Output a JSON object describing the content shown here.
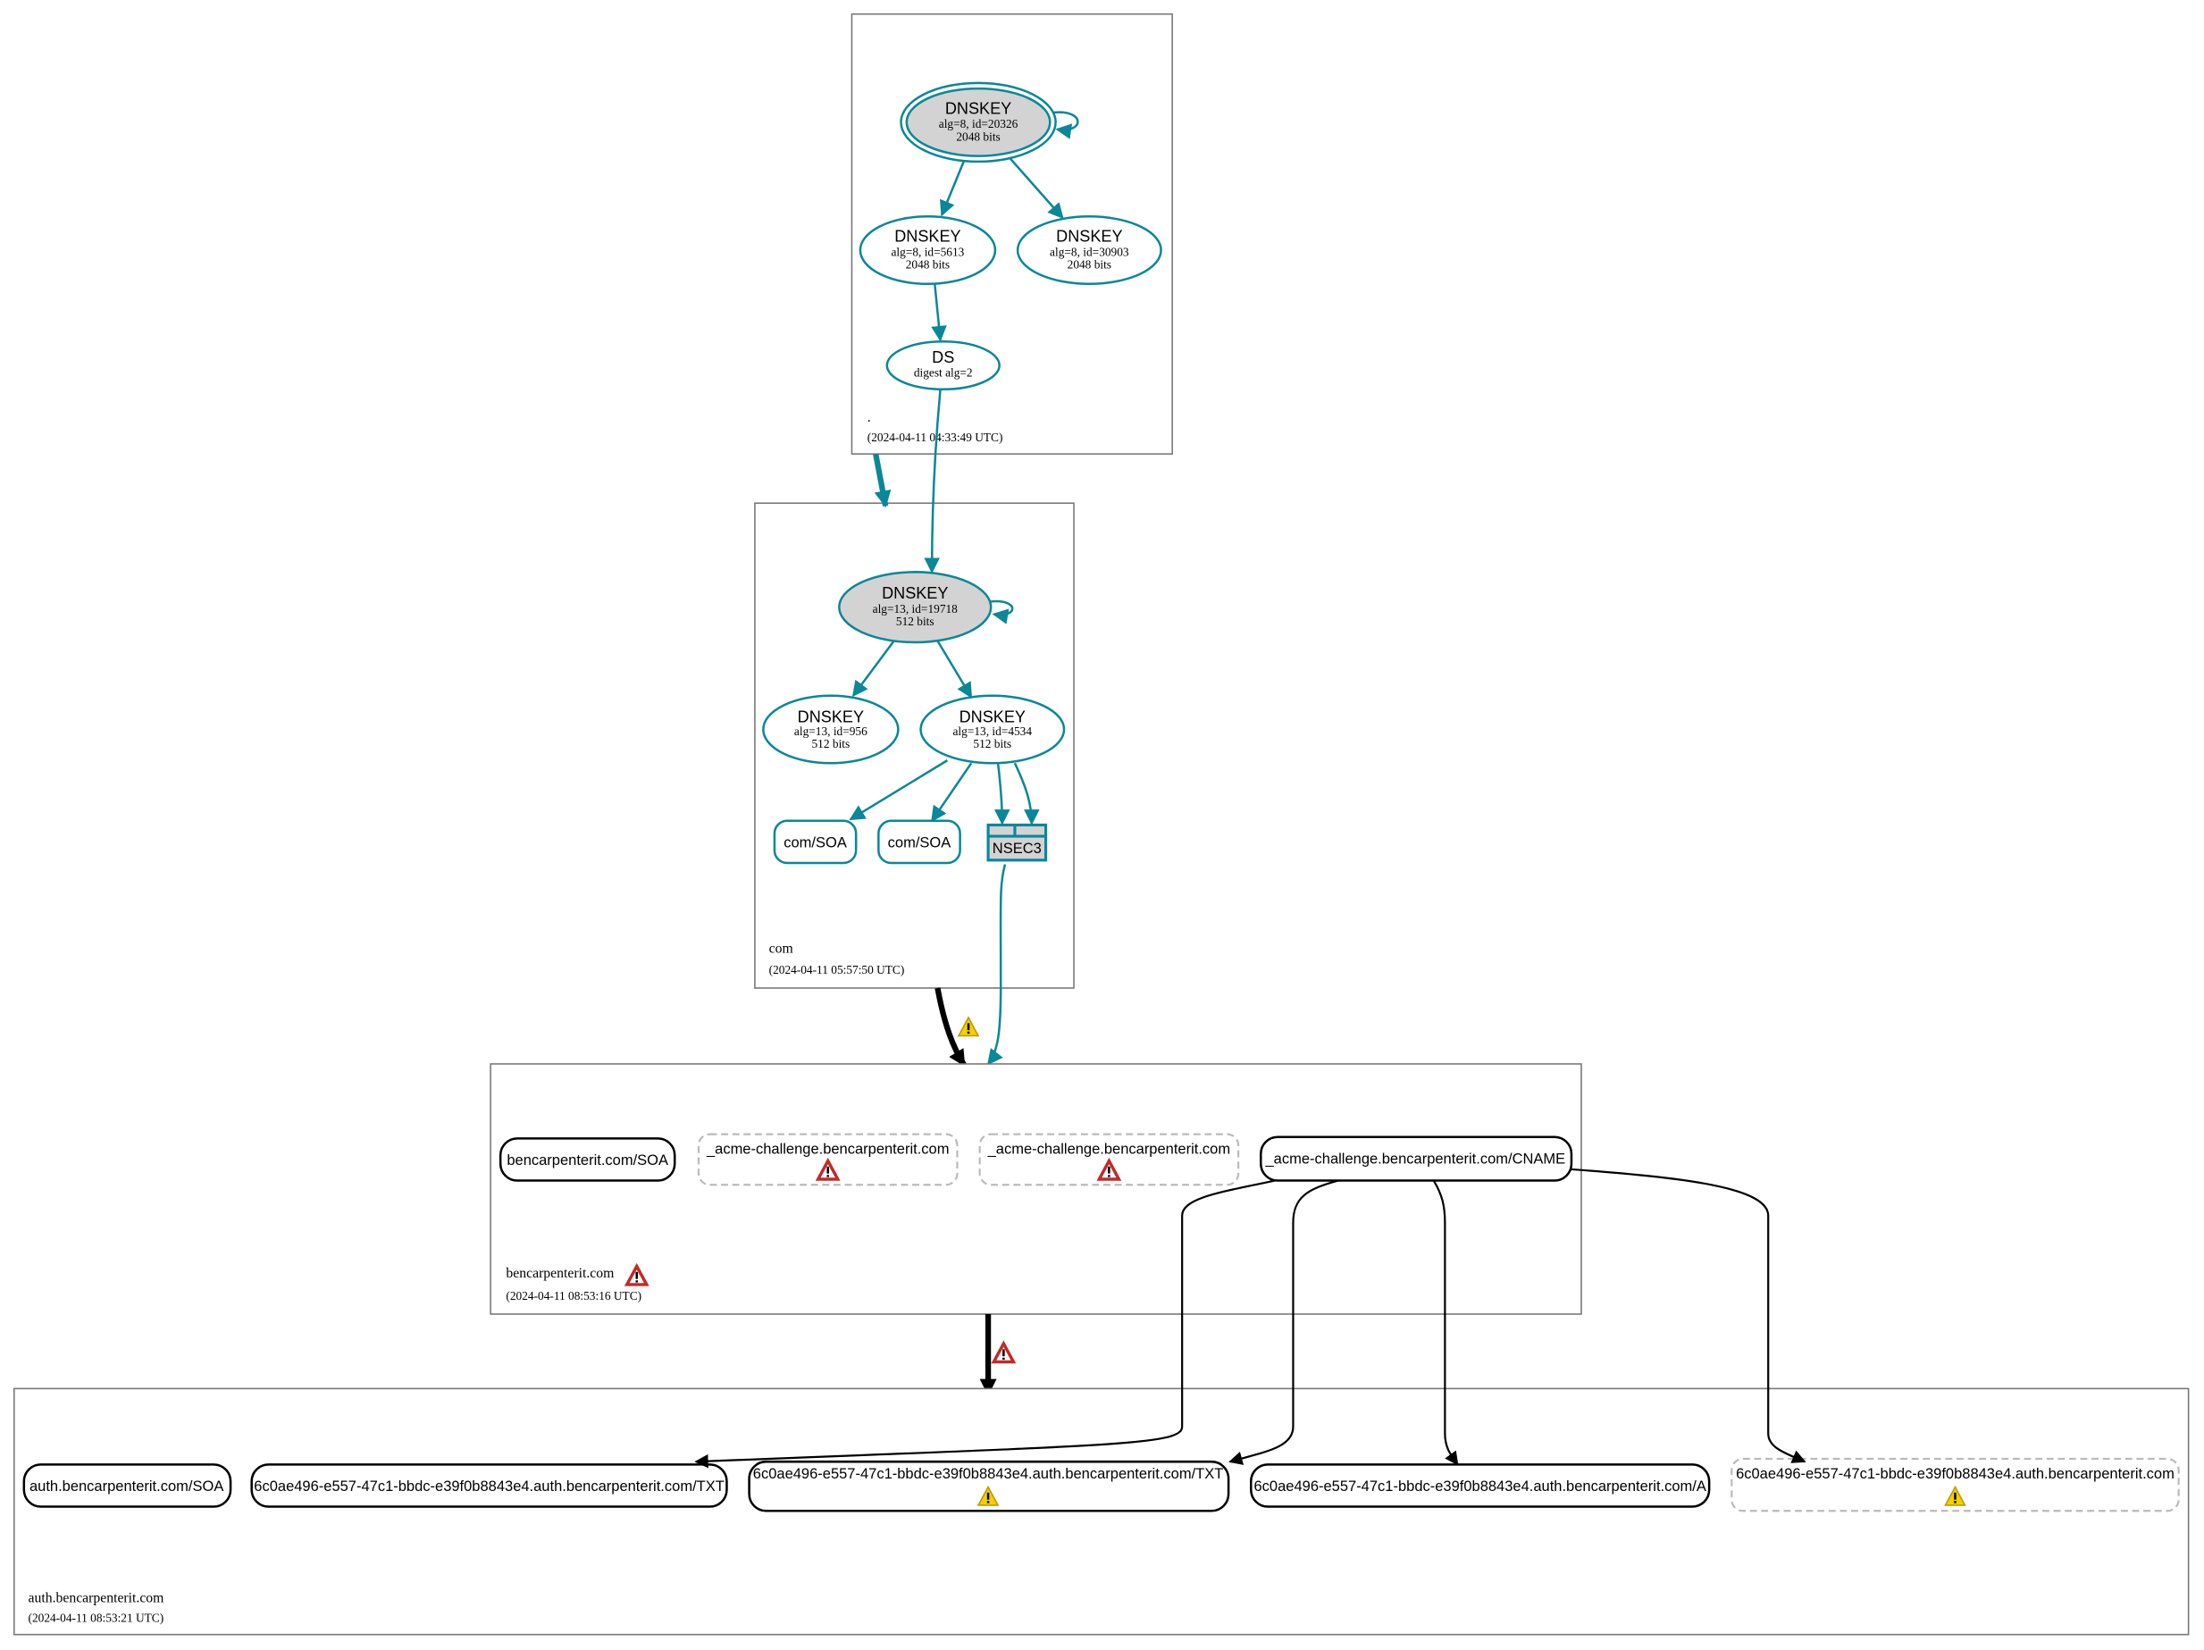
{
  "colors": {
    "secure": "#0a8799",
    "insecure": "#000000",
    "missing": "#bbbbbb",
    "warning": "#f5d000",
    "error": "#c62828",
    "ksk_fill": "#d3d3d3"
  },
  "zones": {
    "root": {
      "name": ".",
      "timestamp": "(2024-04-11 04:33:49 UTC)",
      "nodes": {
        "ksk": {
          "type": "DNSKEY",
          "line1": "alg=8, id=20326",
          "line2": "2048 bits"
        },
        "zsk1": {
          "type": "DNSKEY",
          "line1": "alg=8, id=5613",
          "line2": "2048 bits"
        },
        "zsk2": {
          "type": "DNSKEY",
          "line1": "alg=8, id=30903",
          "line2": "2048 bits"
        },
        "ds": {
          "type": "DS",
          "line1": "digest alg=2"
        }
      }
    },
    "com": {
      "name": "com",
      "timestamp": "(2024-04-11 05:57:50 UTC)",
      "nodes": {
        "ksk": {
          "type": "DNSKEY",
          "line1": "alg=13, id=19718",
          "line2": "512 bits"
        },
        "zsk1": {
          "type": "DNSKEY",
          "line1": "alg=13, id=956",
          "line2": "512 bits"
        },
        "zsk2": {
          "type": "DNSKEY",
          "line1": "alg=13, id=4534",
          "line2": "512 bits"
        },
        "soa1": "com/SOA",
        "soa2": "com/SOA",
        "nsec3": "NSEC3"
      }
    },
    "ben": {
      "name": "bencarpenterit.com",
      "timestamp": "(2024-04-11 08:53:16 UTC)",
      "nodes": {
        "soa": "bencarpenterit.com/SOA",
        "acme1": "_acme-challenge.bencarpenterit.com",
        "acme2": "_acme-challenge.bencarpenterit.com",
        "cname": "_acme-challenge.bencarpenterit.com/CNAME"
      }
    },
    "auth": {
      "name": "auth.bencarpenterit.com",
      "timestamp": "(2024-04-11 08:53:21 UTC)",
      "nodes": {
        "soa": "auth.bencarpenterit.com/SOA",
        "txt1": "6c0ae496-e557-47c1-bbdc-e39f0b8843e4.auth.bencarpenterit.com/TXT",
        "txt2": "6c0ae496-e557-47c1-bbdc-e39f0b8843e4.auth.bencarpenterit.com/TXT",
        "a": "6c0ae496-e557-47c1-bbdc-e39f0b8843e4.auth.bencarpenterit.com/A",
        "nx": "6c0ae496-e557-47c1-bbdc-e39f0b8843e4.auth.bencarpenterit.com"
      }
    }
  }
}
